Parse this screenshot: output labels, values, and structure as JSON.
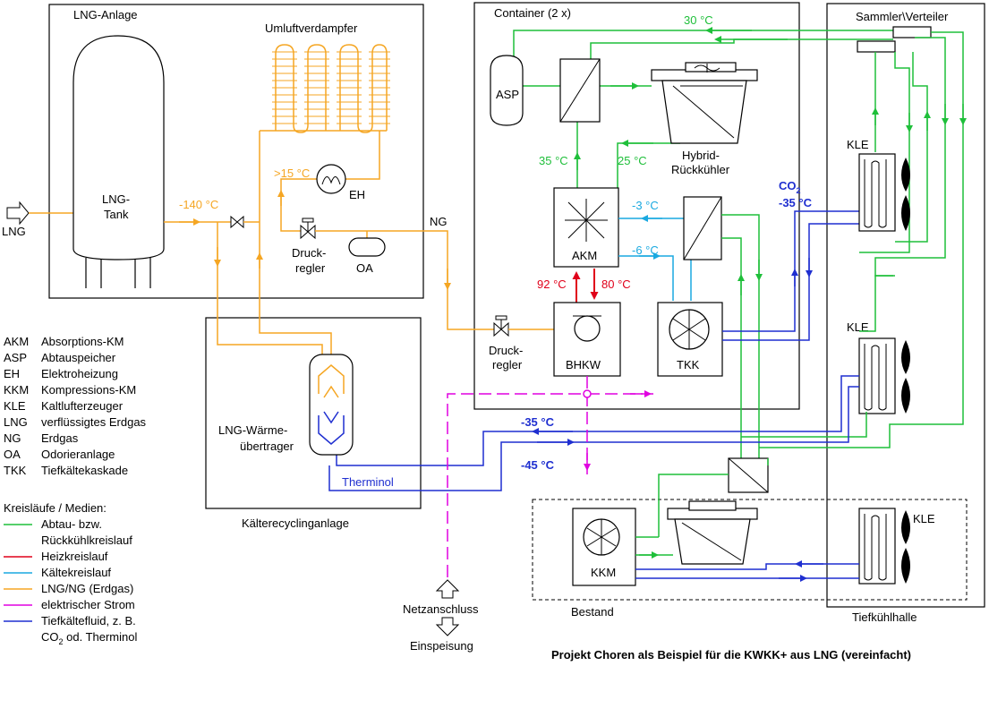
{
  "colors": {
    "green": "#1fbf3a",
    "red": "#e0001a",
    "cyan": "#1aa9e0",
    "orange": "#f5a623",
    "magenta": "#e000e0",
    "blue": "#1f2fd0"
  },
  "areas": {
    "lng_anlage": "LNG-Anlage",
    "container": "Container (2 x)",
    "tiefkuehlhalle": "Tiefkühlhalle",
    "kaelterecycling": "Kälterecyclinganlage",
    "bestand": "Bestand"
  },
  "components": {
    "lng_input": "LNG",
    "lng_tank_1": "LNG-",
    "lng_tank_2": "Tank",
    "umluftverdampfer": "Umluftverdampfer",
    "eh": "EH",
    "druckregler_1a": "Druck-",
    "druckregler_1b": "regler",
    "oa": "OA",
    "ng": "NG",
    "druckregler_2a": "Druck-",
    "druckregler_2b": "regler",
    "asp": "ASP",
    "hybrid_1": "Hybrid-",
    "hybrid_2": "Rückkühler",
    "akm": "AKM",
    "bhkw": "BHKW",
    "tkk": "TKK",
    "kkm": "KKM",
    "sammler": "Sammler\\Verteiler",
    "kle_1": "KLE",
    "kle_2": "KLE",
    "kle_3": "KLE",
    "waermeuebertrager_1": "LNG-Wärme-",
    "waermeuebertrager_2": "übertrager",
    "terminol": "Therminol",
    "netzanschluss": "Netzanschluss",
    "einspeisung": "Einspeisung"
  },
  "temperatures": {
    "t_m140": "-140 °C",
    "t_15": ">15 °C",
    "t_30": "30 °C",
    "t_35": "35 °C",
    "t_25": "25 °C",
    "t_m3": "-3 °C",
    "t_m6": "-6 °C",
    "t_92": "92 °C",
    "t_80": "80 °C",
    "co2": "CO",
    "co2_sub": "2",
    "t_co2_m35": "-35 °C",
    "t_m35": "-35 °C",
    "t_m45": "-45 °C"
  },
  "abbreviations": [
    {
      "abbr": "AKM",
      "desc": "Absorptions-KM"
    },
    {
      "abbr": "ASP",
      "desc": "Abtauspeicher"
    },
    {
      "abbr": "EH",
      "desc": "Elektroheizung"
    },
    {
      "abbr": "KKM",
      "desc": "Kompressions-KM"
    },
    {
      "abbr": "KLE",
      "desc": "Kaltlufterzeuger"
    },
    {
      "abbr": "LNG",
      "desc": "verflüssigtes Erdgas"
    },
    {
      "abbr": "NG",
      "desc": "Erdgas"
    },
    {
      "abbr": "OA",
      "desc": "Odorieranlage"
    },
    {
      "abbr": "TKK",
      "desc": "Tiefkältekaskade"
    }
  ],
  "legend": {
    "title": "Kreisläufe / Medien:",
    "items": [
      {
        "line1": "Abtau- bzw.",
        "line2": "Rückkühlkreislauf",
        "color": "#1fbf3a"
      },
      {
        "line1": "Heizkreislauf",
        "color": "#e0001a"
      },
      {
        "line1": "Kältekreislauf",
        "color": "#1aa9e0"
      },
      {
        "line1": "LNG/NG (Erdgas)",
        "color": "#f5a623"
      },
      {
        "line1": "elektrischer Strom",
        "color": "#e000e0"
      },
      {
        "line1": "Tiefkältefluid, z. B.",
        "line2_pre": "CO",
        "line2_sub": "2",
        "line2_post": " od. Therminol",
        "color": "#1f2fd0"
      }
    ]
  },
  "caption": "Projekt Choren als Beispiel für die KWKK+ aus LNG (vereinfacht)"
}
